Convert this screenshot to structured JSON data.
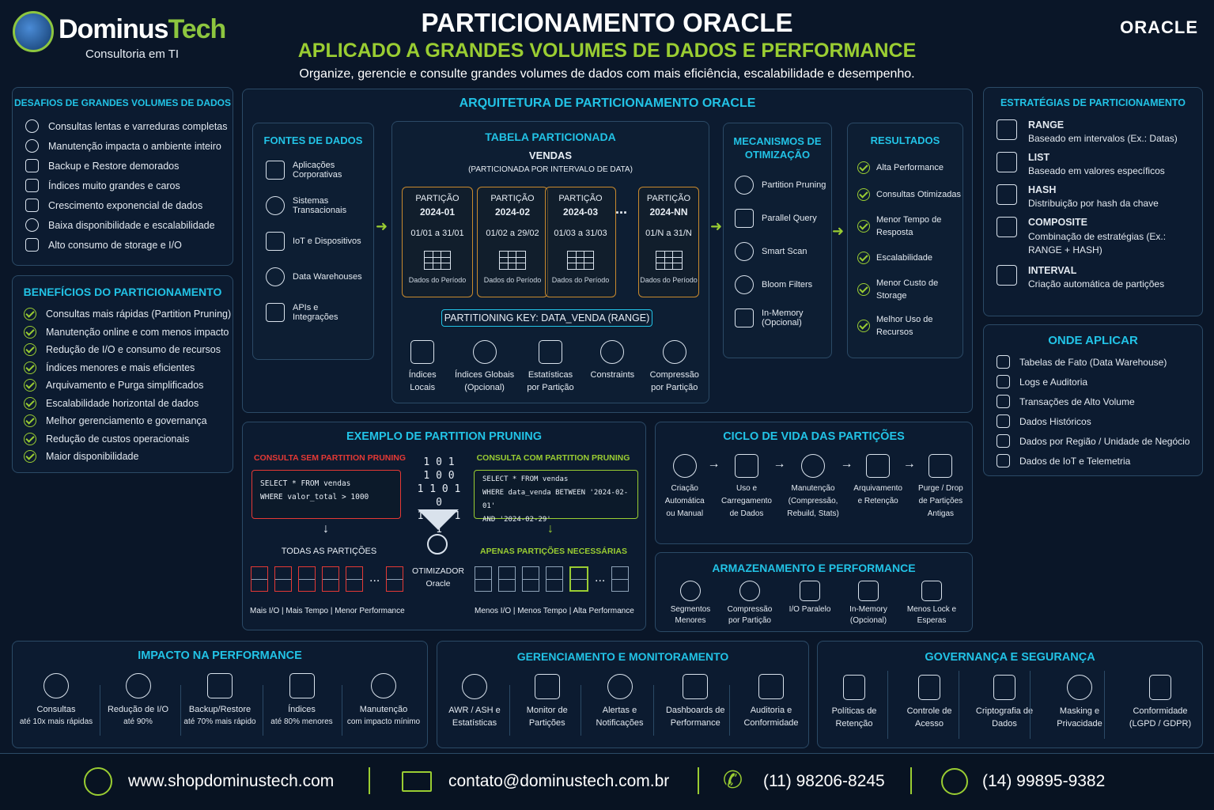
{
  "brand": {
    "name_a": "Dominus",
    "name_b": "Tech",
    "tagline": "Consultoria em TI",
    "oracle": "ORACLE"
  },
  "header": {
    "title": "PARTICIONAMENTO ORACLE",
    "subtitle": "APLICADO A GRANDES VOLUMES DE DADOS E PERFORMANCE",
    "description": "Organize, gerencie e consulte grandes volumes de dados com mais eficiência, escalabilidade e desempenho."
  },
  "challenges": {
    "title": "DESAFIOS DE GRANDES VOLUMES DE DADOS",
    "items": [
      "Consultas lentas e varreduras completas",
      "Manutenção impacta o ambiente inteiro",
      "Backup e Restore demorados",
      "Índices muito grandes e caros",
      "Crescimento exponencial de dados",
      "Baixa disponibilidade e escalabilidade",
      "Alto consumo de storage e I/O"
    ]
  },
  "benefits": {
    "title": "BENEFÍCIOS DO PARTICIONAMENTO",
    "items": [
      "Consultas mais rápidas (Partition Pruning)",
      "Manutenção online e com menos impacto",
      "Redução de I/O e consumo de recursos",
      "Índices menores e mais eficientes",
      "Arquivamento e Purga simplificados",
      "Escalabilidade horizontal de dados",
      "Melhor gerenciamento e governança",
      "Redução de custos operacionais",
      "Maior disponibilidade"
    ]
  },
  "architecture": {
    "title": "ARQUITETURA DE PARTICIONAMENTO ORACLE",
    "sources": {
      "title": "FONTES DE DADOS",
      "items": [
        "Aplicações Corporativas",
        "Sistemas Transacionais",
        "IoT e Dispositivos",
        "Data Warehouses",
        "APIs e Integrações"
      ]
    },
    "table": {
      "title": "TABELA PARTICIONADA",
      "name": "VENDAS",
      "note": "(PARTICIONADA POR INTERVALO DE DATA)",
      "partitions": [
        {
          "label": "PARTIÇÃO",
          "id": "2024-01",
          "range": "01/01 a 31/01",
          "data": "Dados do Período"
        },
        {
          "label": "PARTIÇÃO",
          "id": "2024-02",
          "range": "01/02 a 29/02",
          "data": "Dados do Período"
        },
        {
          "label": "PARTIÇÃO",
          "id": "2024-03",
          "range": "01/03 a 31/03",
          "data": "Dados do Período"
        },
        {
          "label": "PARTIÇÃO",
          "id": "2024-NN",
          "range": "01/N a 31/N",
          "data": "Dados do Período"
        }
      ],
      "ellipsis": "...",
      "key": "PARTITIONING KEY: DATA_VENDA (RANGE)",
      "features": [
        "Índices Locais",
        "Índices Globais (Opcional)",
        "Estatísticas por Partição",
        "Constraints",
        "Compressão por Partição"
      ]
    },
    "mechanisms": {
      "title": "MECANISMOS DE OTIMIZAÇÃO",
      "items": [
        "Partition Pruning",
        "Parallel Query",
        "Smart Scan",
        "Bloom Filters",
        "In-Memory (Opcional)"
      ]
    },
    "results": {
      "title": "RESULTADOS",
      "items": [
        "Alta Performance",
        "Consultas Otimizadas",
        "Menor Tempo de Resposta",
        "Escalabilidade",
        "Menor Custo de Storage",
        "Melhor Uso de Recursos"
      ]
    }
  },
  "strategies": {
    "title": "ESTRATÉGIAS DE PARTICIONAMENTO",
    "items": [
      {
        "name": "RANGE",
        "desc": "Baseado em intervalos (Ex.: Datas)"
      },
      {
        "name": "LIST",
        "desc": "Baseado em valores específicos"
      },
      {
        "name": "HASH",
        "desc": "Distribuição por hash da chave"
      },
      {
        "name": "COMPOSITE",
        "desc": "Combinação de estratégias (Ex.: RANGE + HASH)"
      },
      {
        "name": "INTERVAL",
        "desc": "Criação automática de partições"
      }
    ]
  },
  "where": {
    "title": "ONDE APLICAR",
    "items": [
      "Tabelas de Fato (Data Warehouse)",
      "Logs e Auditoria",
      "Transações de Alto Volume",
      "Dados Históricos",
      "Dados por Região / Unidade de Negócio",
      "Dados de IoT e Telemetria"
    ]
  },
  "pruning": {
    "title": "EXEMPLO DE PARTITION PRUNING",
    "without": {
      "title": "CONSULTA SEM PARTITION PRUNING",
      "code": [
        "SELECT * FROM vendas",
        "WHERE valor_total > 1000"
      ],
      "result": "TODAS AS PARTIÇÕES",
      "footer": "Mais I/O | Mais Tempo | Menor Performance"
    },
    "with": {
      "title": "CONSULTA COM PARTITION PRUNING",
      "code": [
        "SELECT * FROM vendas",
        "WHERE data_venda BETWEEN '2024-02-01'",
        " AND '2024-02-29'"
      ],
      "result": "APENAS PARTIÇÕES NECESSÁRIAS",
      "footer": "Menos I/O | Menos Tempo | Alta Performance"
    },
    "binary": [
      "1 0 1",
      "1 0 0",
      "1 1 0 1 0",
      "1 0 0 1 1"
    ],
    "optimizer": "OTIMIZADOR Oracle",
    "ellipsis": "..."
  },
  "lifecycle": {
    "title": "CICLO DE VIDA DAS PARTIÇÕES",
    "items": [
      "Criação Automática ou Manual",
      "Uso e Carregamento de Dados",
      "Manutenção (Compressão, Rebuild, Stats)",
      "Arquivamento e Retenção",
      "Purge / Drop de Partições Antigas"
    ]
  },
  "storage": {
    "title": "ARMAZENAMENTO E PERFORMANCE",
    "items": [
      "Segmentos Menores",
      "Compressão por Partição",
      "I/O Paralelo",
      "In-Memory (Opcional)",
      "Menos Lock e Esperas"
    ]
  },
  "impact": {
    "title": "IMPACTO NA PERFORMANCE",
    "items": [
      {
        "name": "Consultas",
        "desc": "até 10x mais rápidas"
      },
      {
        "name": "Redução de I/O",
        "desc": "até 90%"
      },
      {
        "name": "Backup/Restore",
        "desc": "até 70% mais rápido"
      },
      {
        "name": "Índices",
        "desc": "até 80% menores"
      },
      {
        "name": "Manutenção",
        "desc": "com impacto mínimo"
      }
    ]
  },
  "monitoring": {
    "title": "GERENCIAMENTO E MONITORAMENTO",
    "items": [
      "AWR / ASH e Estatísticas",
      "Monitor de Partições",
      "Alertas e Notificações",
      "Dashboards de Performance",
      "Auditoria e Conformidade"
    ]
  },
  "governance": {
    "title": "GOVERNANÇA E SEGURANÇA",
    "items": [
      "Políticas de Retenção",
      "Controle de Acesso",
      "Criptografia de Dados",
      "Masking e Privacidade",
      "Conformidade (LGPD / GDPR)"
    ]
  },
  "footer": {
    "website": "www.shopdominustech.com",
    "email": "contato@dominustech.com.br",
    "phone": "(11) 98206-8245",
    "whatsapp": "(14) 99895-9382"
  },
  "colors": {
    "accent_cyan": "#22c3e6",
    "accent_green": "#9acd32",
    "accent_red": "#e53935",
    "bg": "#0a1628",
    "partition_border": "#c98a2e"
  }
}
